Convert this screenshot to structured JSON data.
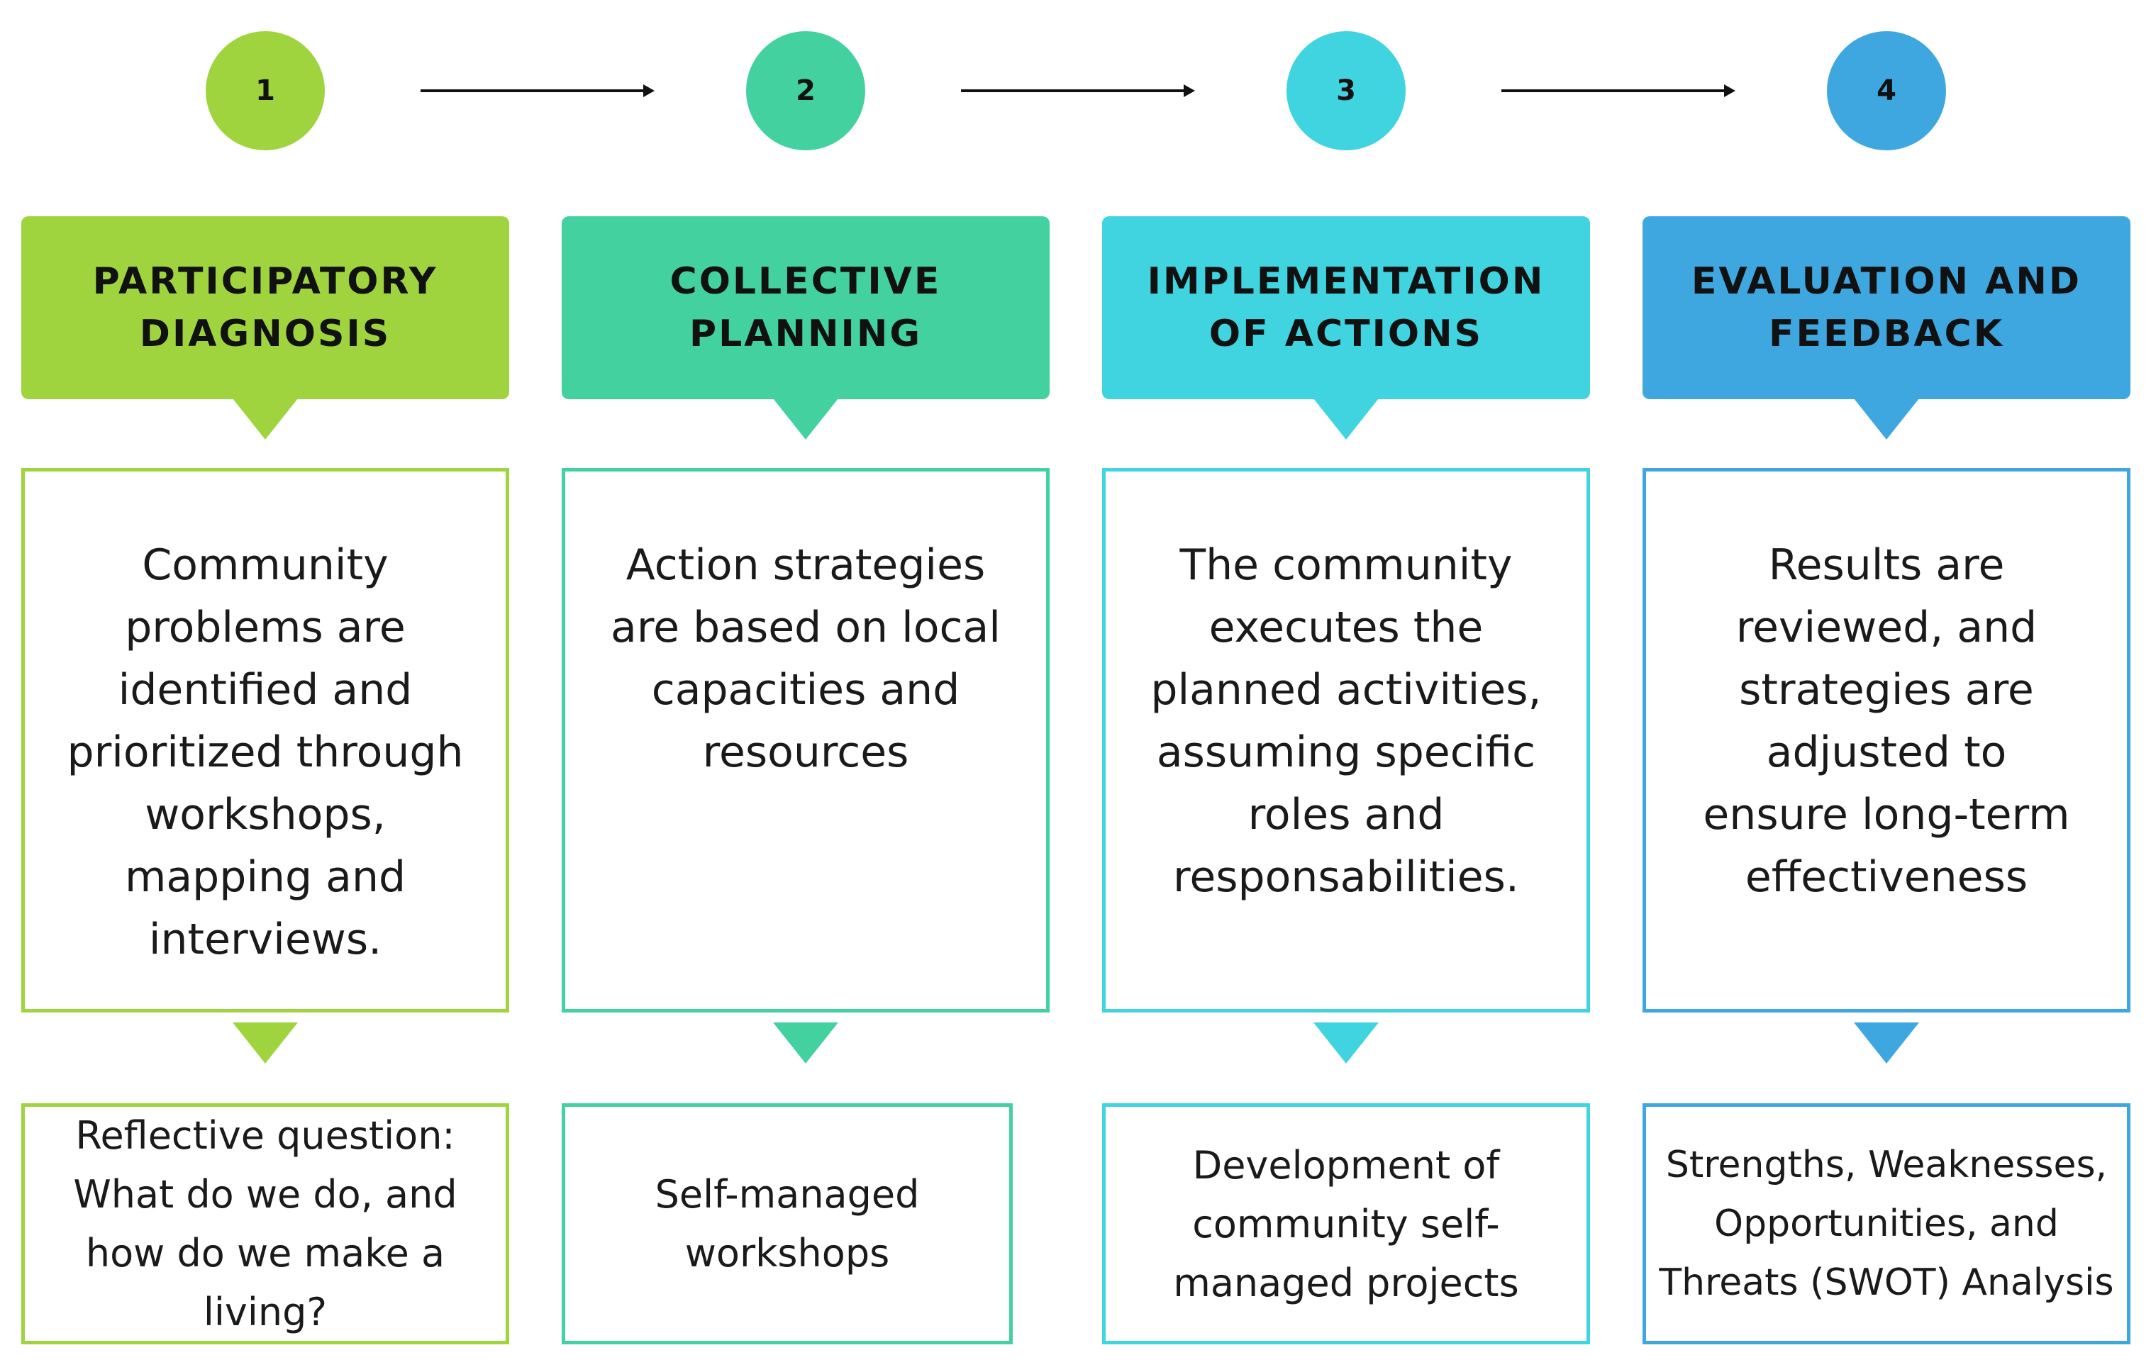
{
  "colors": {
    "step1": "#9fd43e",
    "step2": "#43d19f",
    "step3": "#3fd4e0",
    "step4": "#3fa7e0"
  },
  "steps": [
    {
      "number": "1",
      "title_line1": "PARTICIPATORY",
      "title_line2": "DIAGNOSIS",
      "description": "Community problems are identified and prioritized through workshops, mapping and interviews.",
      "detail": "Reflective question: What do we do, and how do we make a living?"
    },
    {
      "number": "2",
      "title_line1": "COLLECTIVE",
      "title_line2": "PLANNING",
      "description": "Action strategies are based on local capacities and resources",
      "detail": "Self-managed workshops"
    },
    {
      "number": "3",
      "title_line1": "IMPLEMENTATION",
      "title_line2": "OF ACTIONS",
      "description": "The community executes the planned activities, assuming specific roles and responsabilities.",
      "detail": "Development of community self-managed projects"
    },
    {
      "number": "4",
      "title_line1": "EVALUATION AND",
      "title_line2": "FEEDBACK",
      "description": "Results are reviewed, and strategies are adjusted to ensure long-term effectiveness",
      "detail": "Strengths, Weaknesses, Opportunities, and Threats (SWOT) Analysis"
    }
  ]
}
